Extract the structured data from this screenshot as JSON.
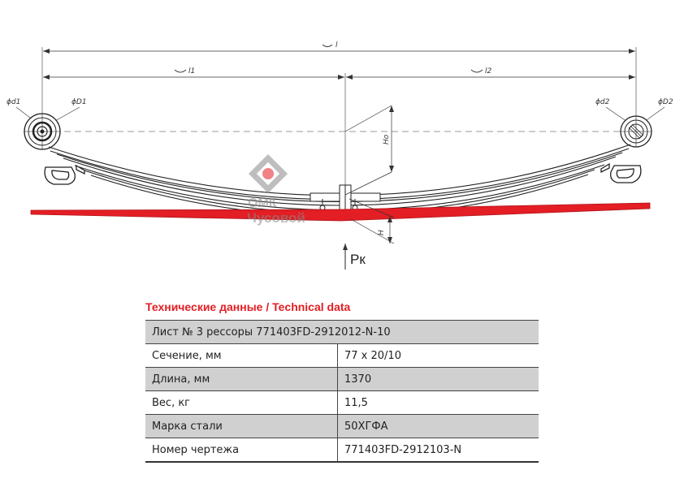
{
  "drawing": {
    "dims": {
      "l": "l",
      "l1": "l1",
      "l2": "l2",
      "d1": "ϕd1",
      "D1": "ϕD1",
      "d2": "ϕd2",
      "D2": "ϕD2",
      "Ho": "Ho",
      "H": "H"
    },
    "load_label": "Pк",
    "logo": {
      "brand": "ОМК",
      "city": "Чусовой",
      "color": "#e31e24"
    },
    "highlight_color": "#e31e24"
  },
  "technical": {
    "title": "Технические данные / Technical data",
    "header": "Лист № 3 рессоры 771403FD-2912012-N-10",
    "rows": [
      {
        "key": "Сечение, мм",
        "value": "77 x 20/10"
      },
      {
        "key": "Длина, мм",
        "value": "1370"
      },
      {
        "key": "Вес, кг",
        "value": "11,5"
      },
      {
        "key": "Марка стали",
        "value": "50ХГФА"
      },
      {
        "key": "Номер чертежа",
        "value": "771403FD-2912103-N"
      }
    ]
  }
}
